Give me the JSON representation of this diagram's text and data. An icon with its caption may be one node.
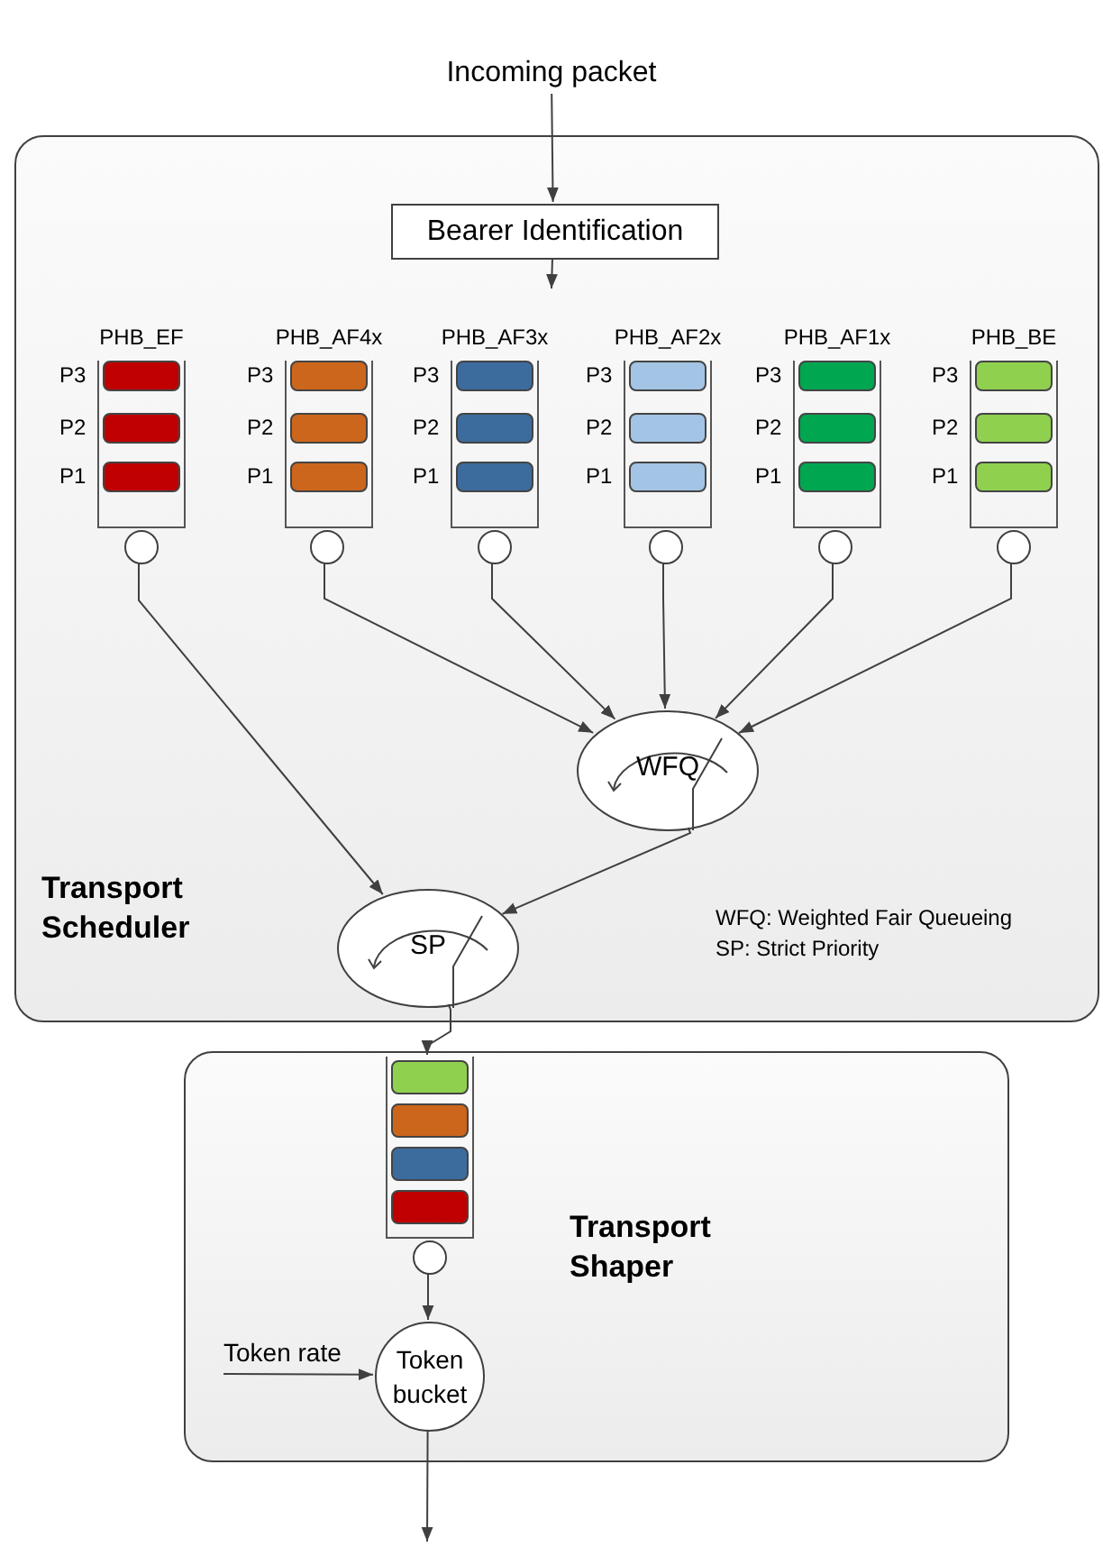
{
  "diagram": {
    "nodes": [
      {
        "text": [
          "Incoming packet"
        ]
      },
      {
        "text": [
          "Transport Scheduler"
        ]
      },
      {
        "text": [
          "Bearer Identification"
        ],
        "in": 1
      },
      {
        "text": [
          "PHB_EF"
        ],
        "beside": [
          "P3",
          "P2",
          "P1"
        ],
        "in": 1
      },
      {
        "text": [
          "PHB_AF4x"
        ],
        "beside": [
          "P3",
          "P2",
          "P1"
        ],
        "in": 1
      },
      {
        "text": [
          "PHB_AF3x"
        ],
        "beside": [
          "P3",
          "P2",
          "P1"
        ],
        "in": 1
      },
      {
        "text": [
          "PHB_AF2x"
        ],
        "beside": [
          "P3",
          "P2",
          "P1"
        ],
        "in": 1
      },
      {
        "text": [
          "PHB_AF1x"
        ],
        "beside": [
          "P3",
          "P2",
          "P1"
        ],
        "in": 1
      },
      {
        "text": [
          "PHB_BE"
        ],
        "beside": [
          "P3",
          "P2",
          "P1"
        ],
        "in": 1
      },
      {
        "text": [],
        "shape": "circle",
        "in": 1
      },
      {
        "text": [],
        "shape": "circle",
        "in": 1
      },
      {
        "text": [],
        "shape": "circle",
        "in": 1
      },
      {
        "text": [],
        "shape": "circle",
        "in": 1
      },
      {
        "text": [],
        "shape": "circle",
        "in": 1
      },
      {
        "text": [],
        "shape": "circle",
        "in": 1
      },
      {
        "text": [
          "WFQ"
        ],
        "in": 1
      },
      {
        "text": [
          "SP"
        ],
        "in": 1
      },
      {
        "text": [
          "Transport Shaper"
        ]
      },
      {
        "text": [],
        "shape": "box",
        "in": 17
      },
      {
        "text": [],
        "shape": "circle",
        "in": 17
      },
      {
        "text": [
          "Token bucket"
        ],
        "in": 17
      }
    ],
    "edges": [
      {
        "from": 0,
        "to": 2,
        "arrow": "to"
      },
      {
        "from": 2,
        "to": null,
        "arrow": "to"
      },
      {
        "from": 10,
        "to": 15,
        "arrow": "to"
      },
      {
        "from": 11,
        "to": 15,
        "arrow": "to"
      },
      {
        "from": 12,
        "to": 15,
        "arrow": "to"
      },
      {
        "from": 13,
        "to": 15,
        "arrow": "to"
      },
      {
        "from": 14,
        "to": 15,
        "arrow": "to"
      },
      {
        "from": 9,
        "to": 16,
        "arrow": "to"
      },
      {
        "from": 15,
        "to": 16,
        "arrow": "to"
      },
      {
        "from": 16,
        "to": 18,
        "arrow": "to"
      },
      {
        "from": 19,
        "to": 20,
        "arrow": "to"
      },
      {
        "from": null,
        "to": 20,
        "arrow": "to",
        "label": "Token rate"
      },
      {
        "from": 20,
        "to": null,
        "arrow": "to"
      }
    ],
    "labels": [
      "WFQ: Weighted Fair Queueing",
      "SP: Strict Priority"
    ]
  }
}
